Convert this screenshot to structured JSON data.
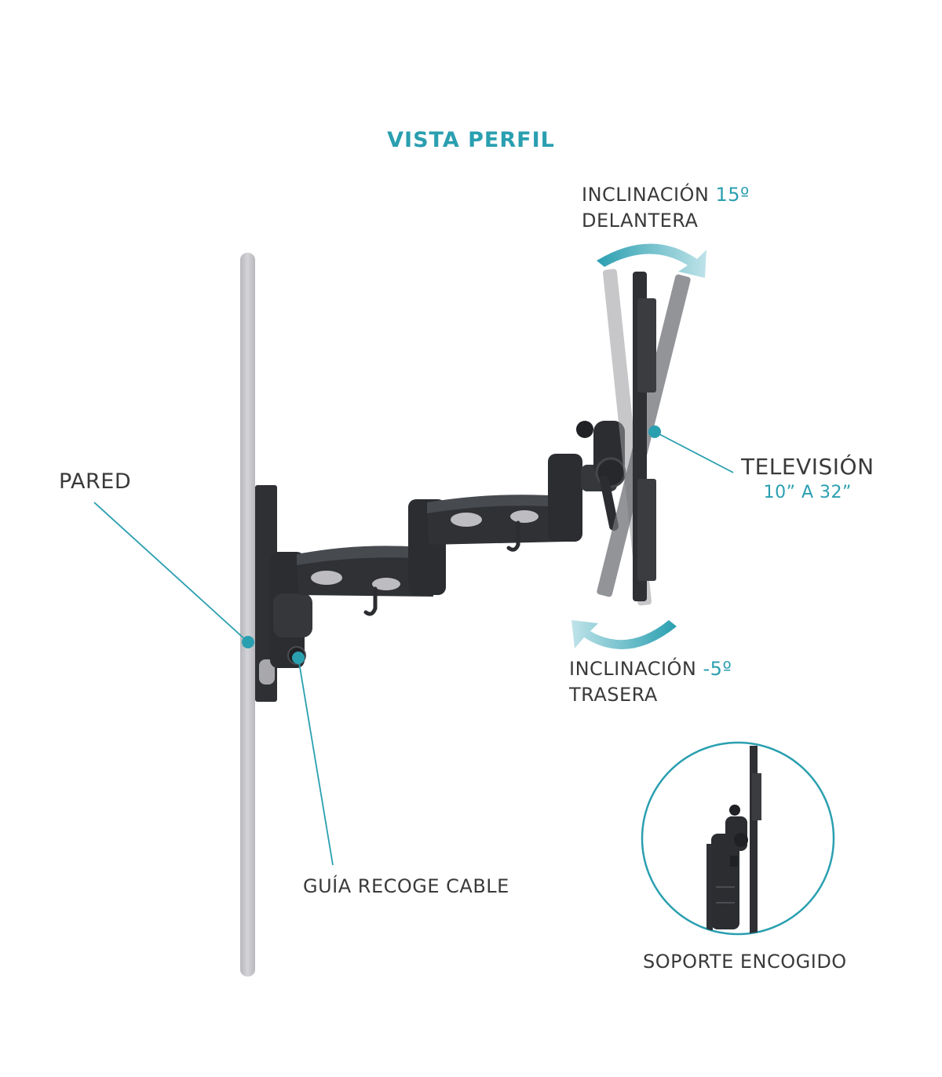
{
  "title": "VISTA PERFIL",
  "labels": {
    "tilt_front_line1_prefix": "INCLINACIÓN",
    "tilt_front_value": "15º",
    "tilt_front_line2": "DELANTERA",
    "tilt_rear_line1_prefix": "INCLINACIÓN",
    "tilt_rear_value": "-5º",
    "tilt_rear_line2": "TRASERA",
    "wall": "PARED",
    "tv": "TELEVISIÓN",
    "tv_range": "10” A 32”",
    "cable_guide": "GUÍA RECOGE CABLE",
    "folded": "SOPORTE ENCOGIDO"
  },
  "colors": {
    "accent": "#2a9fb0",
    "text": "#3a3a3a",
    "wall": "#c9c9cd",
    "metal": "#2b2d31",
    "ghost": "#9a9a9e"
  },
  "icons": {
    "tilt_front": "curved-arrow-icon",
    "tilt_rear": "curved-arrow-icon"
  }
}
